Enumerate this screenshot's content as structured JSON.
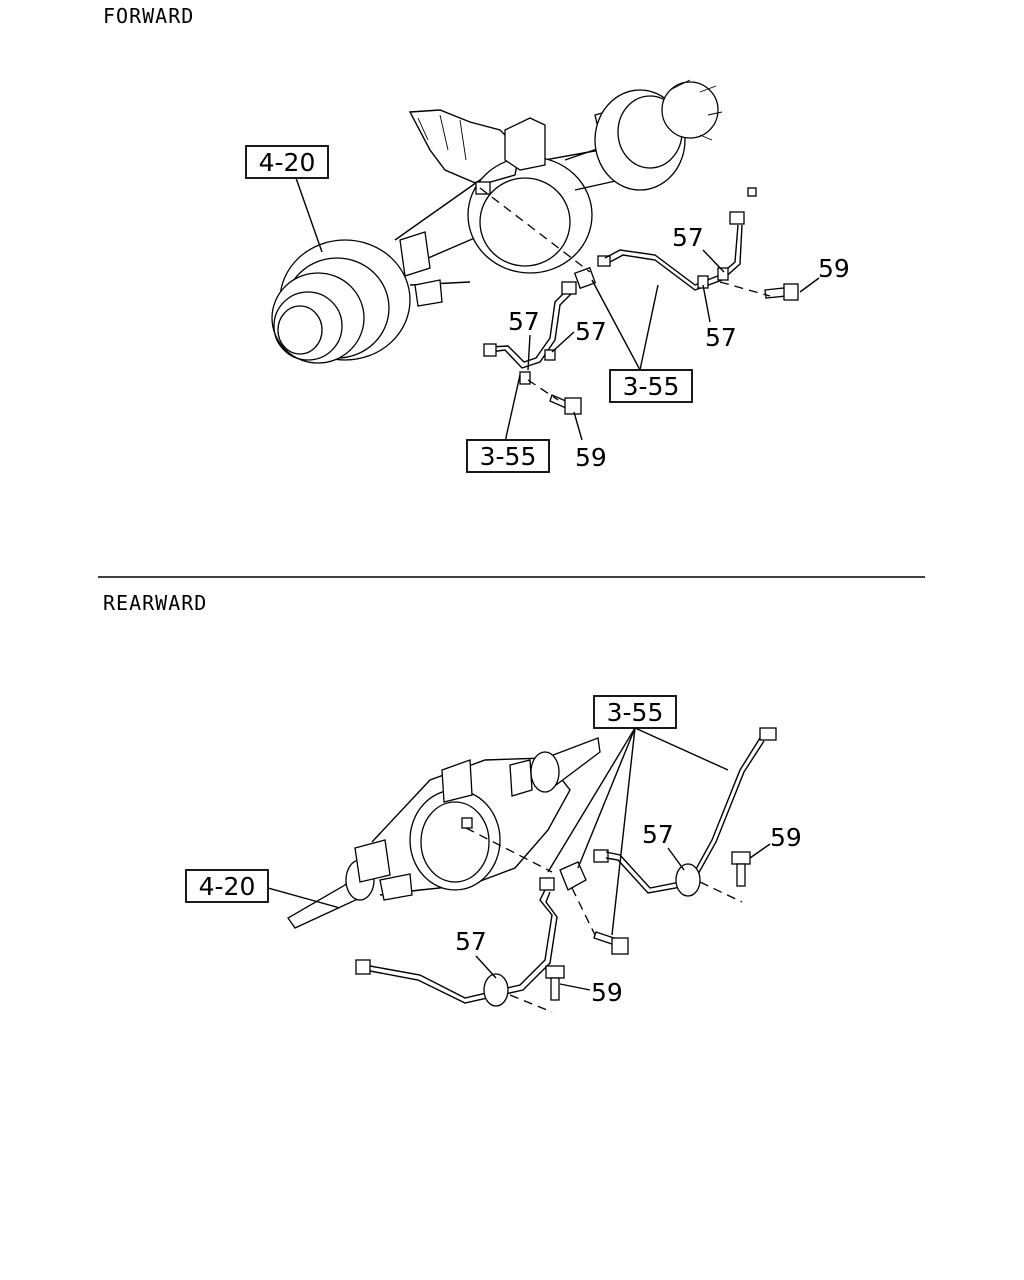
{
  "sections": {
    "forward": {
      "title": "FORWARD",
      "callouts": {
        "housing_ref": "4-20",
        "pipe_ref_a": "3-55",
        "pipe_ref_b": "3-55",
        "clip_a": "57",
        "clip_b": "57",
        "clip_c": "57",
        "clip_d": "57",
        "bolt_a": "59",
        "bolt_b": "59"
      }
    },
    "rearward": {
      "title": "REARWARD",
      "callouts": {
        "housing_ref": "4-20",
        "pipe_ref": "3-55",
        "clip_a": "57",
        "clip_b": "57",
        "bolt_a": "59",
        "bolt_b": "59"
      }
    }
  }
}
